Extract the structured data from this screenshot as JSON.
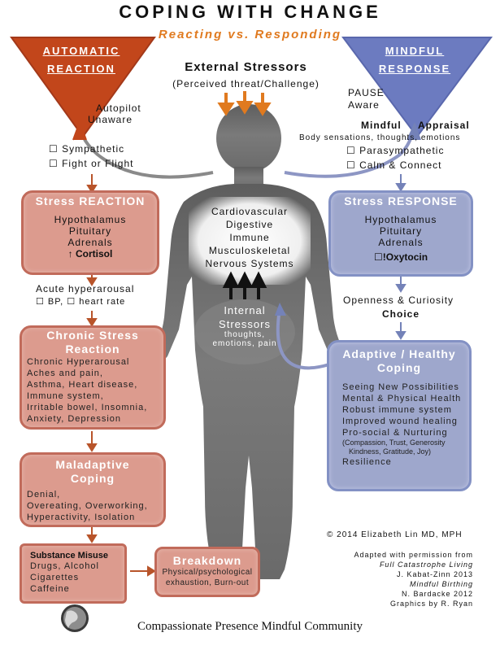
{
  "title": "COPING WITH CHANGE",
  "subtitle": "Reacting vs. Responding",
  "automatic": {
    "line1": "AUTOMATIC",
    "line2": "REACTION"
  },
  "mindful": {
    "line1": "MINDFUL",
    "line2": "RESPONSE"
  },
  "external": {
    "title": "External Stressors",
    "sub": "(Perceived threat/Challenge)"
  },
  "left_side": {
    "autopilot": "Autopilot",
    "unaware": "Unaware",
    "sympathetic": "☐ Sympathetic",
    "fight": "☐ Fight or Flight",
    "acute": "Acute hyperarousal",
    "acute_sub": "☐ BP,  ☐ heart rate"
  },
  "right_side": {
    "pause": "PAUSE",
    "aware": "Aware",
    "mindful": "Mindful",
    "appraisal": "Appraisal",
    "body": "Body sensations, thoughts, emotions",
    "para": "☐ Parasympathetic",
    "calm": "☐ Calm & Connect",
    "openness": "Openness & Curiosity",
    "choice": "Choice"
  },
  "stress_reaction": {
    "title": "Stress REACTION",
    "l1": "Hypothalamus",
    "l2": "Pituitary",
    "l3": "Adrenals",
    "l4": "↑ Cortisol"
  },
  "stress_response": {
    "title": "Stress RESPONSE",
    "l1": "Hypothalamus",
    "l2": "Pituitary",
    "l3": "Adrenals",
    "l4": "☐!Oxytocin"
  },
  "body_systems": {
    "l1": "Cardiovascular",
    "l2": "Digestive",
    "l3": "Immune",
    "l4": "Musculoskeletal",
    "l5": "Nervous Systems"
  },
  "internal": {
    "l1": "Internal",
    "l2": "Stressors",
    "l3": "thoughts,",
    "l4": "emotions, pain"
  },
  "chronic": {
    "title1": "Chronic Stress",
    "title2": "Reaction",
    "items": [
      "Chronic Hyperarousal",
      "Aches and pain,",
      "Asthma, Heart disease,",
      "Immune system,",
      "Irritable bowel, Insomnia,",
      "Anxiety, Depression"
    ]
  },
  "adaptive": {
    "title1": "Adaptive / Healthy",
    "title2": "Coping",
    "items": [
      "Seeing New Possibilities",
      "Mental & Physical Health",
      "Robust immune system",
      "Improved wound healing",
      "Pro-social & Nurturing"
    ],
    "paren1": "(Compassion, Trust, Generosity",
    "paren2": "Kindness, Gratitude, Joy)",
    "last": "Resilience"
  },
  "maladaptive": {
    "title1": "Maladaptive",
    "title2": "Coping",
    "items": [
      "Denial,",
      "Overeating, Overworking,",
      "Hyperactivity, Isolation"
    ]
  },
  "substance": {
    "title": "Substance Misuse",
    "items": [
      "Drugs, Alcohol",
      "Cigarettes",
      "Caffeine"
    ]
  },
  "breakdown": {
    "title": "Breakdown",
    "l1": "Physical/psychological",
    "l2": "exhaustion, Burn-out"
  },
  "credits": {
    "copyright": "© 2014 Elizabeth Lin MD, MPH",
    "adapted": "Adapted with permission from",
    "book1": "Full Catastrophe Living",
    "author1": "J. Kabat-Zinn 2013",
    "book2": "Mindful Birthing",
    "author2": "N. Bardacke 2012",
    "graphics": "Graphics by R. Ryan"
  },
  "footer": "Compassionate Presence Mindful Community",
  "colors": {
    "red_tri": "#c2461b",
    "blue_tri": "#6c7bc0",
    "orange": "#e07a1f",
    "red_box": "#dc9b8e",
    "blue_box": "#9ea7cc"
  }
}
